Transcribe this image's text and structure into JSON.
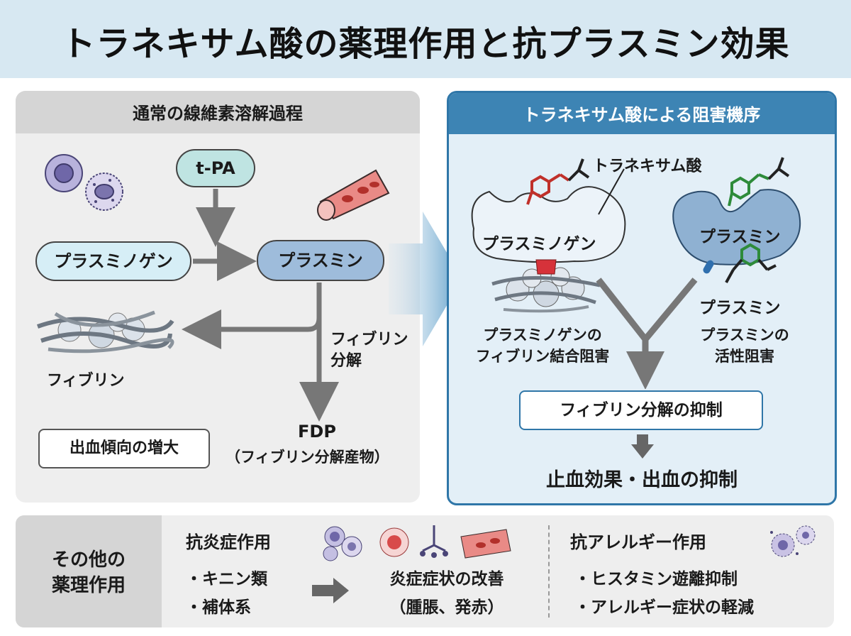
{
  "title": "トラネキサム酸の薬理作用と抗プラスミン効果",
  "left_panel": {
    "title": "通常の線維素溶解過程",
    "tpa": "t-PA",
    "plasminogen": "プラスミノゲン",
    "plasmin": "プラスミン",
    "fibrinolysis_label": [
      "フィブリン",
      "分解"
    ],
    "fibrin": "フィブリン",
    "bleeding": "出血傾向の増大",
    "fdp": "FDP",
    "fdp_sub": "（フィブリン分解産物）"
  },
  "right_panel": {
    "title": "トラネキサム酸による阻害機序",
    "txa_label": "トラネキサム酸",
    "plasminogen": "プラスミノゲン",
    "plasmin_top": "プラスミン",
    "plasmin_bottom": "プラスミン",
    "inhibit1": [
      "プラスミノゲンの",
      "フィブリン結合阻害"
    ],
    "inhibit2": [
      "プラスミンの",
      "活性阻害"
    ],
    "suppression": "フィブリン分解の抑制",
    "effect": "止血効果・出血の抑制"
  },
  "bottom": {
    "side_title": [
      "その他の",
      "薬理作用"
    ],
    "anti_inflam_title": "抗炎症作用",
    "anti_inflam_items": [
      "・キニン類",
      "・補体系"
    ],
    "result": [
      "炎症症状の改善",
      "（腫脹、発赤）"
    ],
    "anti_allergy_title": "抗アレルギー作用",
    "anti_allergy_items": [
      "・ヒスタミン遊離抑制",
      "・アレルギー症状の軽減"
    ]
  },
  "colors": {
    "title_bg": "#d7e8f2",
    "right_accent": "#2f76a8",
    "txa_red": "#c0302a",
    "txa_green": "#2e8b3a",
    "plasmin_blue": "#8fb1d2"
  },
  "icons": [
    "blood-cell-icon",
    "blood-vessel-icon",
    "fibrin-mesh-icon",
    "arrow-icon",
    "txa-molecule-icon",
    "enzyme-icon",
    "mast-cell-icon"
  ]
}
